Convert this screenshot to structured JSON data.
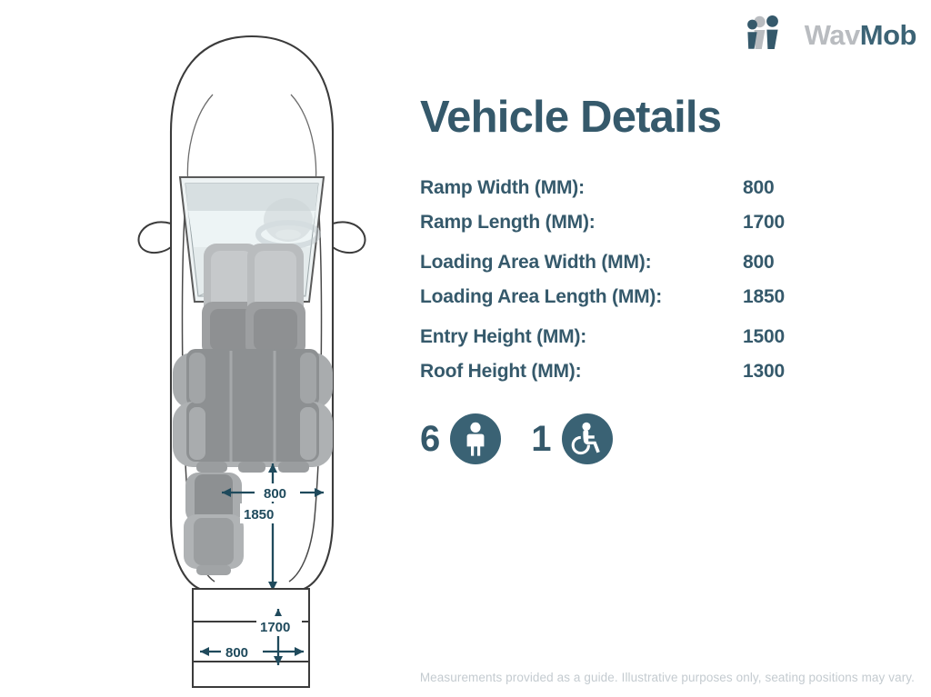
{
  "brand": {
    "logo_icon": "three-people-icon",
    "name_part1": "Wav",
    "name_part2": "Mob",
    "color_light": "#b9bcc0",
    "color_dark": "#3c6375"
  },
  "header": {
    "title": "Vehicle Details",
    "title_color": "#35596b"
  },
  "specs": {
    "groups": [
      {
        "rows": [
          {
            "label": "Ramp Width (MM):",
            "value": "800"
          },
          {
            "label": "Ramp Length (MM):",
            "value": "1700"
          }
        ]
      },
      {
        "rows": [
          {
            "label": "Loading Area Width (MM):",
            "value": "800"
          },
          {
            "label": "Loading Area Length (MM):",
            "value": "1850"
          }
        ]
      },
      {
        "rows": [
          {
            "label": "Entry Height (MM):",
            "value": "1500"
          },
          {
            "label": "Roof Height (MM):",
            "value": "1300"
          }
        ]
      }
    ]
  },
  "capacity": {
    "seats": {
      "count": "6",
      "icon": "person-icon"
    },
    "wheelchairs": {
      "count": "1",
      "icon": "wheelchair-icon"
    },
    "badge_color": "#3a6274"
  },
  "diagram": {
    "name": "vehicle-top-view",
    "annotations": {
      "loading_width": "800",
      "loading_length": "1850",
      "ramp_length": "1700",
      "ramp_width": "800"
    },
    "line_color": "#1f4a5c"
  },
  "footer": {
    "disclaimer": "Measurements provided as a guide. Illustrative purposes only, seating positions may vary."
  }
}
